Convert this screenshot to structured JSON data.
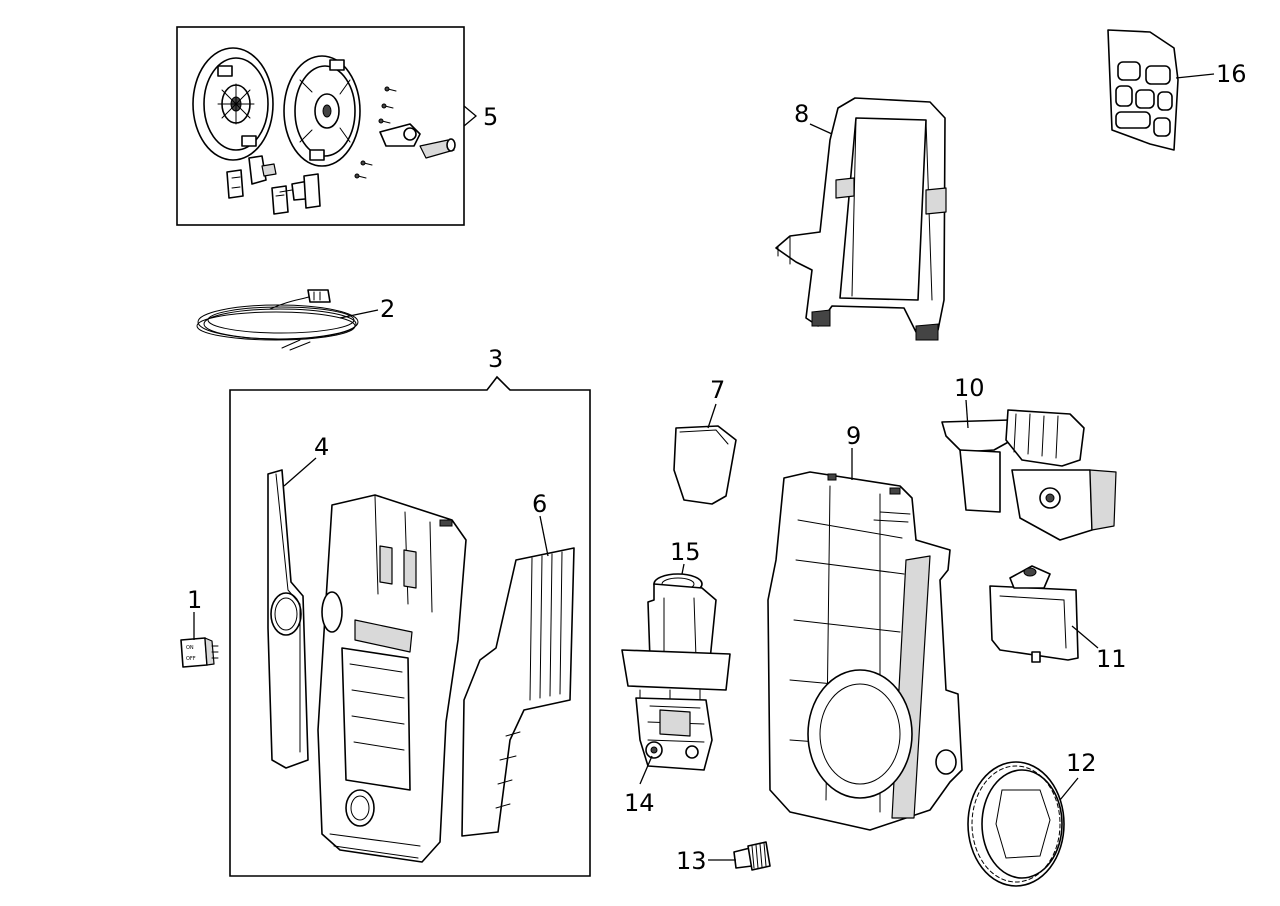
{
  "callouts": {
    "c1": "1",
    "c2": "2",
    "c3": "3",
    "c4": "4",
    "c5": "5",
    "c6": "6",
    "c7": "7",
    "c8": "8",
    "c9": "9",
    "c10": "10",
    "c11": "11",
    "c12": "12",
    "c13": "13",
    "c14": "14",
    "c15": "15",
    "c16": "16"
  },
  "switch_labels": {
    "on": "ON",
    "off": "OFF"
  }
}
